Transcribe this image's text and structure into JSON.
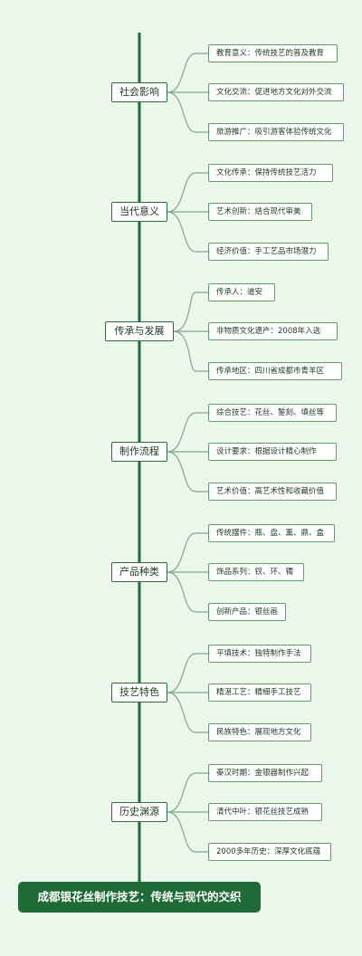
{
  "colors": {
    "background": "#eaf7ea",
    "trunk": "#1f6b35",
    "branch": "#7ea888",
    "root_fill": "#1f6b35"
  },
  "root": {
    "title": "成都银花丝制作技艺：传统与现代的交织"
  },
  "branches": [
    {
      "label": "社会影响",
      "children": [
        "教育意义：传统技艺的普及教育",
        "文化交流：促进地方文化对外交流",
        "旅游推广：吸引游客体验传统文化"
      ]
    },
    {
      "label": "当代意义",
      "children": [
        "文化传承：保持传统技艺活力",
        "艺术创新：结合现代审美",
        "经济价值：手工艺品市场潜力"
      ]
    },
    {
      "label": "传承与发展",
      "children": [
        "传承人：道安",
        "非物质文化遗产：2008年入选",
        "传承地区：四川省成都市青羊区"
      ]
    },
    {
      "label": "制作流程",
      "children": [
        "综合技艺：花丝、錾刻、填丝等",
        "设计要求：根据设计精心制作",
        "艺术价值：高艺术性和收藏价值"
      ]
    },
    {
      "label": "产品种类",
      "children": [
        "传统摆件：瓶、盘、薰、鼎、盒",
        "饰品系列：钗、环、镯",
        "创新产品：银丝画"
      ]
    },
    {
      "label": "技艺特色",
      "children": [
        "平填技术：独特制作手法",
        "精湛工艺：精细手工技艺",
        "民族特色：展现地方文化"
      ]
    },
    {
      "label": "历史渊源",
      "children": [
        "秦汉时期：金银器制作兴起",
        "清代中叶：银花丝技艺成熟",
        "2000多年历史：深厚文化底蕴"
      ]
    }
  ]
}
